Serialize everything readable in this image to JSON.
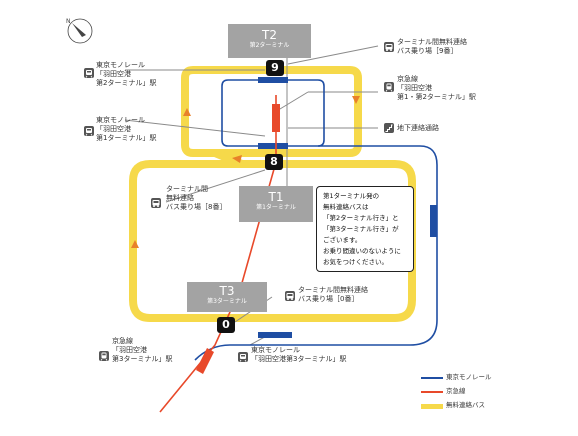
{
  "compass": {
    "label": "N",
    "icon": "north-arrow-icon"
  },
  "terminals": {
    "t2": {
      "code": "T2",
      "name": "第2ターミナル"
    },
    "t1": {
      "code": "T1",
      "name": "第1ターミナル"
    },
    "t3": {
      "code": "T3",
      "name": "第3ターミナル"
    }
  },
  "bus_stops": {
    "stop9": {
      "number": "9"
    },
    "stop8": {
      "number": "8"
    },
    "stop0": {
      "number": "0"
    }
  },
  "labels": {
    "mono_t2": {
      "icon": "monorail-station-icon",
      "lines": [
        "東京モノレール",
        "「羽田空港",
        "第2ターミナル」駅"
      ]
    },
    "mono_t1": {
      "icon": "monorail-station-icon",
      "lines": [
        "東京モノレール",
        "「羽田空港",
        "第1ターミナル」駅"
      ]
    },
    "bus_stop9": {
      "icon": "bus-icon",
      "lines": [
        "ターミナル間無料連絡",
        "バス乗り場［9番］"
      ]
    },
    "keikyu_t12": {
      "icon": "train-station-icon",
      "lines": [
        "京急線",
        "「羽田空港",
        "第1・第2ターミナル」駅"
      ]
    },
    "underground": {
      "icon": "stairs-icon",
      "lines": [
        "地下連絡通路"
      ]
    },
    "bus_stop8": {
      "icon": "bus-icon",
      "lines": [
        "ターミナル間",
        "無料連絡",
        "バス乗り場［8番］"
      ]
    },
    "bus_stop0": {
      "icon": "bus-icon",
      "lines": [
        "ターミナル間無料連絡",
        "バス乗り場［0番］"
      ]
    },
    "keikyu_t3": {
      "icon": "train-station-icon",
      "lines": [
        "京急線",
        "「羽田空港",
        "第3ターミナル」駅"
      ]
    },
    "mono_t3": {
      "icon": "monorail-station-icon",
      "lines": [
        "東京モノレール",
        "「羽田空港第3ターミナル」駅"
      ]
    }
  },
  "notice": {
    "lines": [
      "第1ターミナル発の",
      "無料連絡バスは",
      "「第2ターミナル行き」と",
      "「第3ターミナル行き」が",
      "ございます。",
      "お乗り間違いのないように",
      "お気をつけください。"
    ]
  },
  "legend": [
    {
      "label": "東京モノレール",
      "color": "#1f4ea3",
      "style": "line"
    },
    {
      "label": "京急線",
      "color": "#e8492a",
      "style": "line"
    },
    {
      "label": "無料連絡バス",
      "color": "#f6d94a",
      "style": "thick"
    }
  ],
  "colors": {
    "monorail": "#1f4ea3",
    "keikyu": "#e8492a",
    "bus_route": "#f6d94a",
    "direction_arrow": "#e8812a",
    "walkway": "#8a8a8a",
    "terminal": "#a3a3a3",
    "icon_bg": "#555555"
  }
}
